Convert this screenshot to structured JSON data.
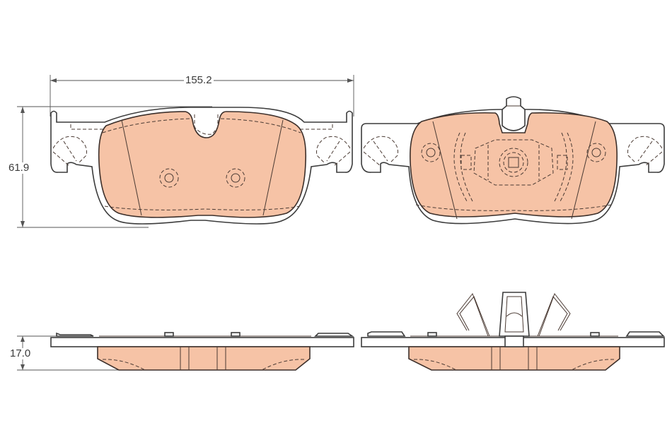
{
  "drawing": {
    "subject": "Brake pad set technical drawing",
    "views": [
      {
        "name": "front-view-friction-side",
        "position": "top-left"
      },
      {
        "name": "front-view-backplate-sensor-side",
        "position": "top-right"
      },
      {
        "name": "side-view-left-pad",
        "position": "bottom-left"
      },
      {
        "name": "side-view-right-pad-with-clip",
        "position": "bottom-right"
      }
    ],
    "dimensions": {
      "width": "155.2",
      "height": "61.9",
      "thickness": "17.0"
    },
    "colors": {
      "friction_material": "#f6c3a6",
      "outline": "#3c2f2a",
      "background": "#ffffff"
    }
  }
}
